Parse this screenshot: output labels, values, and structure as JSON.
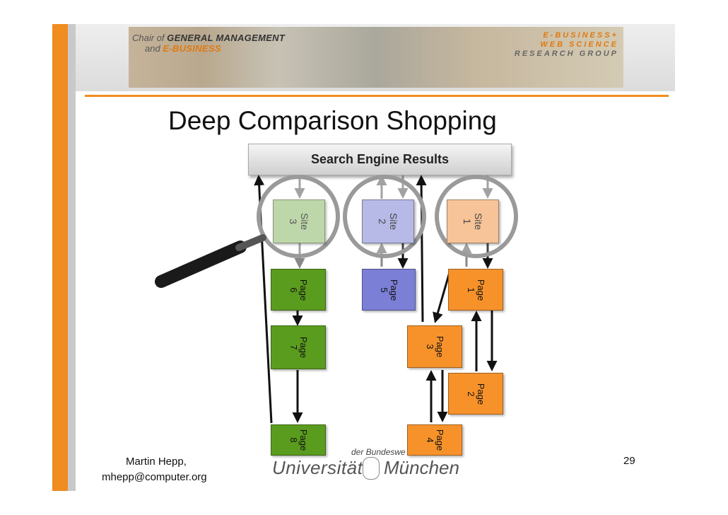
{
  "header": {
    "chair_line1_prefix": "Chair of",
    "chair_line1_bold": "GENERAL MANAGEMENT",
    "chair_line2_prefix": "and",
    "chair_line2_bold": "E-BUSINESS",
    "group_line1": "E-BUSINESS+",
    "group_line2": "WEB SCIENCE",
    "group_line3": "RESEARCH GROUP"
  },
  "slide": {
    "title": "Deep Comparison Shopping"
  },
  "diagram": {
    "search_results_label": "Search Engine Results",
    "sites": [
      {
        "label": "Site\n3",
        "color": "#b7d3a1"
      },
      {
        "label": "Site\n2",
        "color": "#b7b9e6"
      },
      {
        "label": "Site\n1",
        "color": "#f6c498"
      }
    ],
    "pages": [
      {
        "label": "Page\n1",
        "color": "#f7922b"
      },
      {
        "label": "Page\n2",
        "color": "#f7922b"
      },
      {
        "label": "Page\n3",
        "color": "#f7922b"
      },
      {
        "label": "Page\n4",
        "color": "#f7922b"
      },
      {
        "label": "Page\n5",
        "color": "#7b7fd6"
      },
      {
        "label": "Page\n6",
        "color": "#5a9c1e"
      },
      {
        "label": "Page\n7",
        "color": "#5a9c1e"
      },
      {
        "label": "Page\n8",
        "color": "#5a9c1e"
      }
    ]
  },
  "footer": {
    "author_name": "Martin Hepp,",
    "author_email": "mhepp@computer.org",
    "university_small": "der Bundeswe",
    "university_left": "Universität",
    "university_right": "München",
    "page_number": "29"
  }
}
